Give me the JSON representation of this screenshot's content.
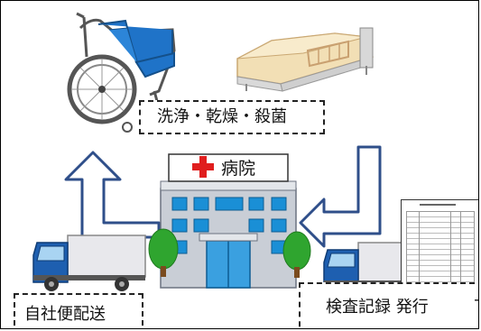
{
  "hospital_sign": "病院",
  "labels": {
    "washing": "洗浄・乾燥・殺菌",
    "delivery": "自社便配送",
    "inspection": "検査記録 発行"
  },
  "colors": {
    "arrow_fill": "#ffffff",
    "arrow_stroke": "#2f4f8a",
    "truck_cab": "#1e5fb0",
    "building_wall": "#c9ced6",
    "hospital_cross": "#e01e1e",
    "wheelchair_seat": "#1f73c8",
    "bed_frame": "#f2dfb5"
  },
  "icons": [
    "wheelchair-icon",
    "bed-icon",
    "hospital-icon",
    "truck-icon",
    "document-icon",
    "cross-icon",
    "tree-icon"
  ]
}
